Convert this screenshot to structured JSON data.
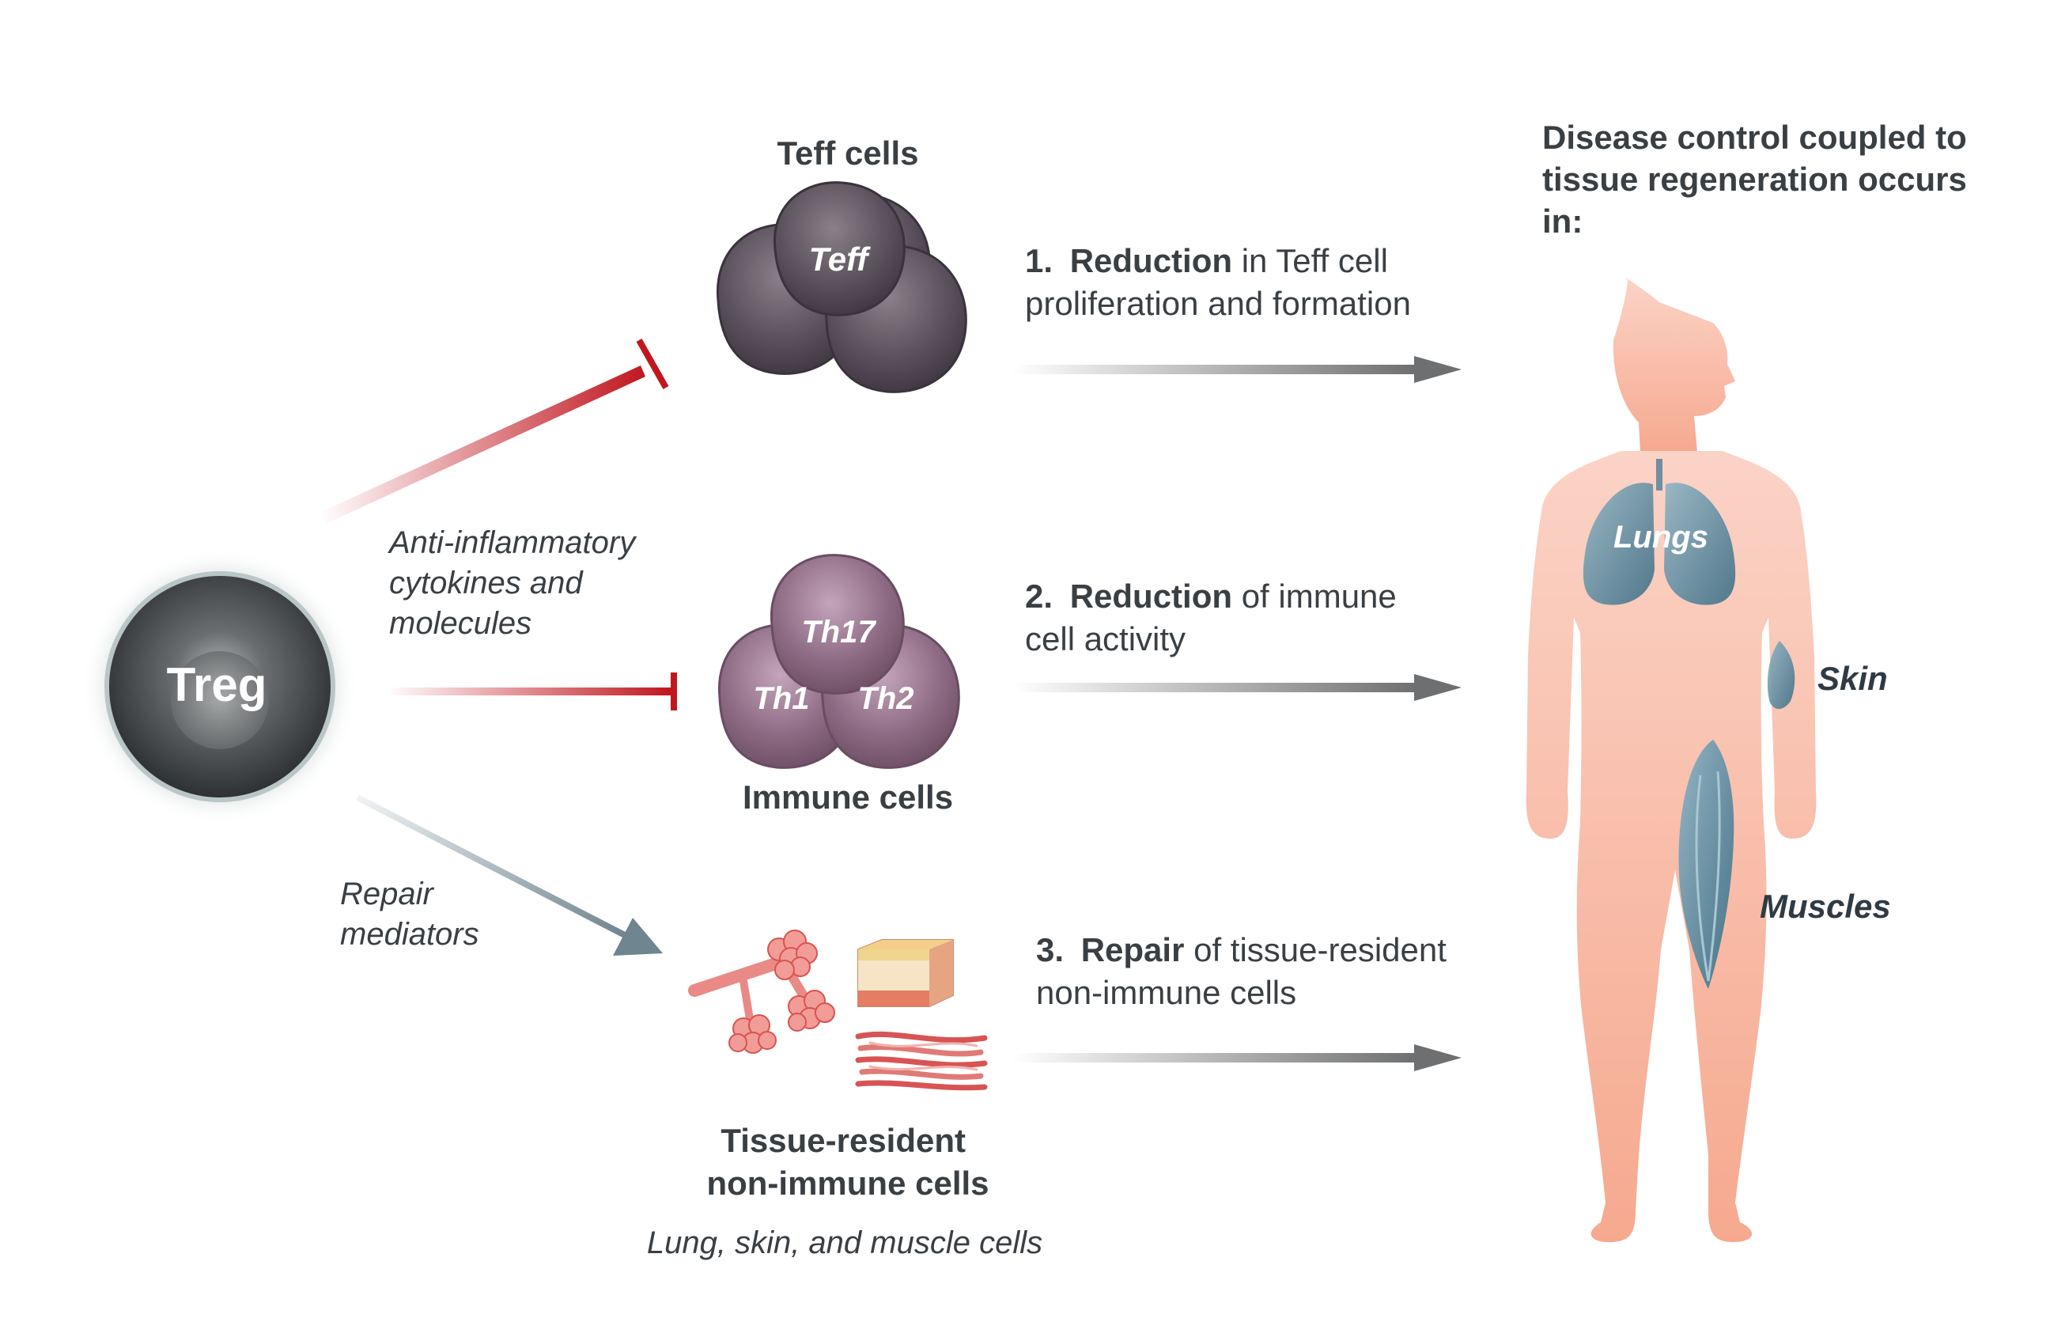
{
  "treg": {
    "label": "Treg"
  },
  "teff": {
    "heading": "Teff cells",
    "cell_label": "Teff"
  },
  "immune": {
    "heading": "Immune cells",
    "labels": [
      "Th17",
      "Th1",
      "Th2"
    ]
  },
  "tissue": {
    "heading_line1": "Tissue-resident",
    "heading_line2": "non-immune cells",
    "subtitle": "Lung, skin, and muscle cells"
  },
  "mediators": {
    "anti_inflammatory": [
      "Anti-inflammatory",
      "cytokines and",
      "molecules"
    ],
    "repair": [
      "Repair",
      "mediators"
    ]
  },
  "steps": [
    {
      "number": "1.",
      "bold": "Reduction",
      "rest": " in Teff cell",
      "line2": "proliferation and formation"
    },
    {
      "number": "2.",
      "bold": "Reduction",
      "rest": " of immune",
      "line2": "cell activity"
    },
    {
      "number": "3.",
      "bold": "Repair",
      "rest": " of tissue-resident",
      "line2": "non-immune cells"
    }
  ],
  "outcome": {
    "lines": [
      "Disease control coupled to",
      "tissue regeneration occurs",
      "in:"
    ]
  },
  "organs": {
    "lungs": "Lungs",
    "skin": "Skin",
    "muscles": "Muscles"
  },
  "colors": {
    "inhibit": "#c0171f",
    "arrow_gray": "#6d6f71",
    "repair_arrow": "#6f8590",
    "body": "#f7b3a0",
    "organ": "#4b7f97",
    "cell_dark": "#5f5560",
    "cell_immune": "#8e6b84"
  }
}
